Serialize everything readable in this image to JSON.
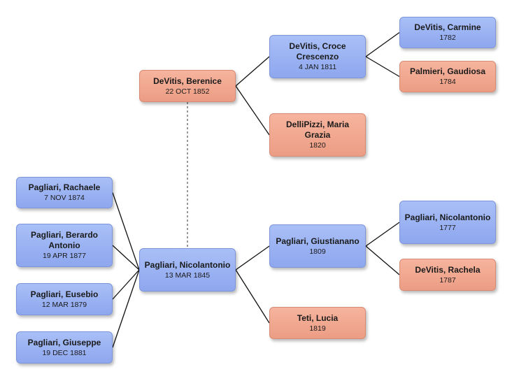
{
  "people": [
    {
      "id": "berenice",
      "name": "DeVitis, Berenice",
      "date": "22 OCT 1852",
      "sex": "female"
    },
    {
      "id": "croce",
      "name": "DeVitis, Croce Crescenzo",
      "date": "4 JAN 1811",
      "sex": "male"
    },
    {
      "id": "carmine",
      "name": "DeVitis, Carmine",
      "date": "1782",
      "sex": "male"
    },
    {
      "id": "gaudiosa",
      "name": "Palmieri, Gaudiosa",
      "date": "1784",
      "sex": "female"
    },
    {
      "id": "mariagrazia",
      "name": "DelliPizzi, Maria Grazia",
      "date": "1820",
      "sex": "female"
    },
    {
      "id": "rachaele",
      "name": "Pagliari, Rachaele",
      "date": "7 NOV 1874",
      "sex": "male"
    },
    {
      "id": "berardo",
      "name": "Pagliari, Berardo Antonio",
      "date": "19 APR 1877",
      "sex": "male"
    },
    {
      "id": "eusebio",
      "name": "Pagliari, Eusebio",
      "date": "12 MAR 1879",
      "sex": "male"
    },
    {
      "id": "giuseppe",
      "name": "Pagliari, Giuseppe",
      "date": "19 DEC 1881",
      "sex": "male"
    },
    {
      "id": "nicolantonio",
      "name": "Pagliari, Nicolantonio",
      "date": "13 MAR 1845",
      "sex": "male"
    },
    {
      "id": "giustianano",
      "name": "Pagliari, Giustianano",
      "date": "1809",
      "sex": "male"
    },
    {
      "id": "nicolantonio_sr",
      "name": "Pagliari, Nicolantonio",
      "date": "1777",
      "sex": "male"
    },
    {
      "id": "rachela",
      "name": "DeVitis, Rachela",
      "date": "1787",
      "sex": "female"
    },
    {
      "id": "lucia",
      "name": "Teti, Lucia",
      "date": "1819",
      "sex": "female"
    }
  ],
  "links": [
    {
      "from": "berenice",
      "to": "croce",
      "style": "solid"
    },
    {
      "from": "berenice",
      "to": "mariagrazia",
      "style": "solid"
    },
    {
      "from": "croce",
      "to": "carmine",
      "style": "solid"
    },
    {
      "from": "croce",
      "to": "gaudiosa",
      "style": "solid"
    },
    {
      "from": "nicolantonio",
      "to": "giustianano",
      "style": "solid"
    },
    {
      "from": "nicolantonio",
      "to": "lucia",
      "style": "solid"
    },
    {
      "from": "giustianano",
      "to": "nicolantonio_sr",
      "style": "solid"
    },
    {
      "from": "giustianano",
      "to": "rachela",
      "style": "solid"
    },
    {
      "from": "rachaele",
      "to": "nicolantonio",
      "style": "solid"
    },
    {
      "from": "berardo",
      "to": "nicolantonio",
      "style": "solid"
    },
    {
      "from": "eusebio",
      "to": "nicolantonio",
      "style": "solid"
    },
    {
      "from": "giuseppe",
      "to": "nicolantonio",
      "style": "solid"
    },
    {
      "from": "berenice",
      "to": "nicolantonio",
      "style": "dashed"
    }
  ],
  "colors": {
    "male": "#98aff2",
    "female": "#f0a68e",
    "line": "#111111"
  }
}
